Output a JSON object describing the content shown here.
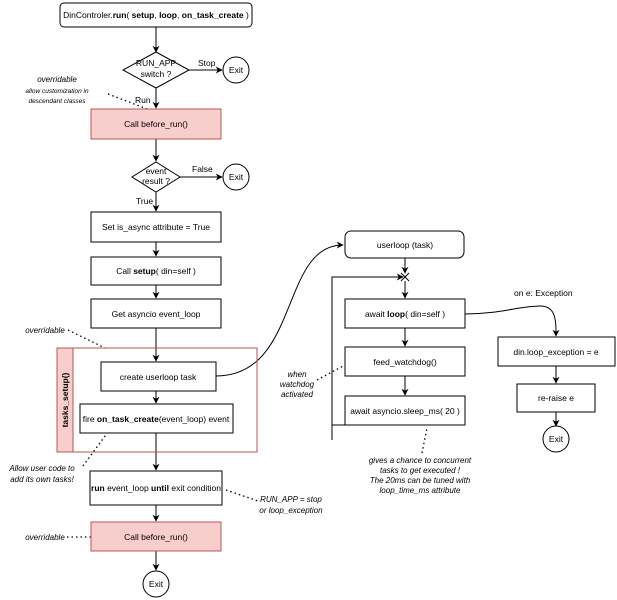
{
  "header": {
    "prefix": "DinControler.",
    "method": "run",
    "open_paren": "( ",
    "arg1": "setup",
    "sep1": ", ",
    "arg2": "loop",
    "sep2": ", ",
    "arg3": "on_task_create",
    "close_paren": " )"
  },
  "run_app": {
    "line1": "RUN_APP",
    "line2": "switch ?",
    "stop_label": "Stop",
    "run_label": "Run"
  },
  "exit_label": "Exit",
  "before_run_1": "Call before_run()",
  "event_result": {
    "line1": "event",
    "line2": "result ?",
    "false_label": "False",
    "true_label": "True"
  },
  "set_async": "Set is_async attribute = True",
  "call_setup": {
    "prefix": "Call ",
    "bold": "setup",
    "suffix": "( din=self )"
  },
  "get_loop": "Get asyncio event_loop",
  "tasks_setup": {
    "title": "tasks_setup()",
    "create_task": "create userloop task",
    "fire": {
      "prefix": "fire ",
      "bold": "on_task_create",
      "suffix": "(event_loop) event"
    }
  },
  "run_loop": {
    "bold1": "run",
    "mid": " event_loop ",
    "bold2": "until",
    "suffix": " exit condition"
  },
  "before_run_2": "Call before_run()",
  "notes": {
    "overridable_1": "overridable",
    "allow_custom_1": "allow customization in",
    "allow_custom_2": "descendant classes",
    "overridable_2": "overridable",
    "overridable_3": "overridable",
    "allow_user_1": "Allow user code to",
    "allow_user_2": "add its own tasks!",
    "stop_cond_1": "RUN_APP = stop",
    "stop_cond_2": "or loop_exception",
    "when_1": "when",
    "when_2": "watchdog",
    "when_3": "activated",
    "gives_1": "gives a chance to concurrent",
    "gives_2": "tasks to get executed !",
    "gives_3": "The 20ms can be tuned with",
    "gives_4": "loop_time_ms attribute"
  },
  "userloop": {
    "title": "userloop (task)",
    "await_loop": {
      "prefix": "await ",
      "bold": "loop",
      "suffix": "( din=self )"
    },
    "feed": "feed_watchdog()",
    "sleep": "await asyncio.sleep_ms( 20 )"
  },
  "exception": {
    "label": "on e: Exception",
    "handler": "din.loop_exception = e",
    "reraise": "re-raise e"
  },
  "colors": {
    "highlight_fill": "#f8cecc",
    "highlight_stroke": "#b85450",
    "line": "#000000"
  }
}
